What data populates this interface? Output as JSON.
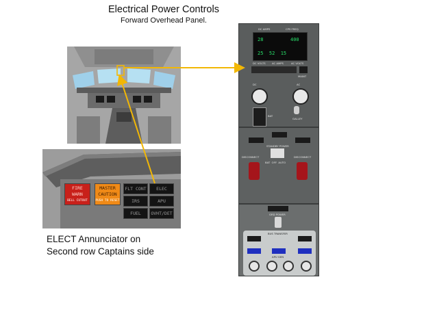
{
  "title": "Electrical Power Controls",
  "subtitle": "Forward Overhead Panel.",
  "caption_line1": "ELECT Annunciator on",
  "caption_line2": "Second row Captains side",
  "colors": {
    "arrow": "#f2b705",
    "panel": "#575a5a",
    "display_digits": "#28e06a"
  },
  "annunciators": {
    "fire_warn": "FIRE\nWARN",
    "fire_warn_sub": "BELL CUTOUT",
    "master_caution": "MASTER\nCAUTION",
    "master_caution_sub": "PUSH TO RESET",
    "flt_cont": "FLT CONT",
    "elec": "ELEC",
    "irs": "IRS",
    "apu": "APU",
    "fuel": "FUEL",
    "ovht_det": "OVHT/DET"
  },
  "panel": {
    "dc_amps": "DC AMPS",
    "cps_freq": "CPS FREQ",
    "dc_volts": "DC VOLTS",
    "ac_amps": "AC AMPS",
    "ac_volts": "AC VOLTS",
    "display_top_left": "28",
    "display_top_right": "400",
    "display_bottom": "25  52  15",
    "maint": "MAINT",
    "dc_select": "DC",
    "ac_select": "AC",
    "battery": "BAT",
    "galley": "GALLEY",
    "standby_power": "STANDBY POWER",
    "disconnect_left": "DISCONNECT",
    "disconnect_right": "DISCONNECT",
    "bat_off_auto": "BAT  OFF  AUTO",
    "bus_transfer": "BUS TRANSFER",
    "grd_power": "GRD POWER",
    "apu_gen": "APU GEN"
  }
}
